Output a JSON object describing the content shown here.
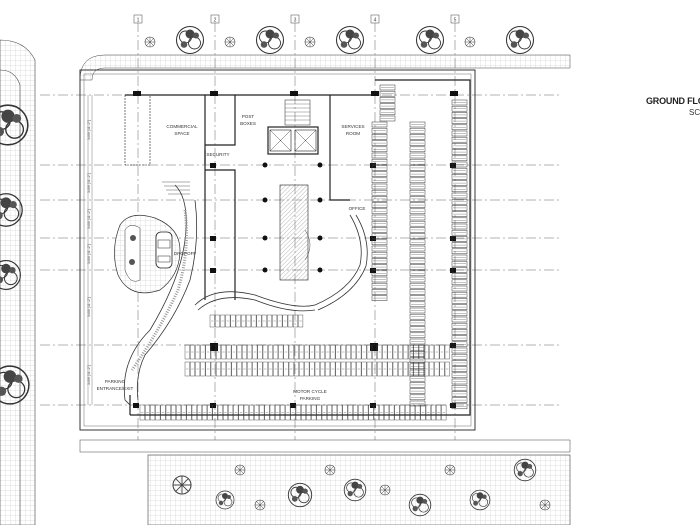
{
  "drawing": {
    "title": "GROUND FLO",
    "subtitle": "SC"
  },
  "grid_labels": [
    "1",
    "2",
    "3",
    "4",
    "5"
  ],
  "rooms": {
    "commercial": [
      "COMMERCIAL",
      "SPACE"
    ],
    "post_boxes": [
      "POST",
      "BOXES"
    ],
    "security": "SECURITY",
    "services": [
      "SERVICES",
      "ROOM"
    ],
    "office": "OFFICE",
    "dropoff": "DROPOFF",
    "motorcycle": [
      "MOTOR CYCLE",
      "PARKING"
    ],
    "entrance": [
      "PARKING",
      "ENTRANCE/EXIT"
    ]
  },
  "dimensions": [
    "3400 [11'-2\"]",
    "3400 [11'-2\"]",
    "3400 [11'-2\"]",
    "3400 [11'-2\"]",
    "3400 [11'-2\"]",
    "3400 [11'-2\"]",
    "3400 [11'-2\"]"
  ],
  "colors": {
    "line": "#222222",
    "grid": "#555555",
    "hatch": "#9a9a9a",
    "tree": "#333333"
  }
}
